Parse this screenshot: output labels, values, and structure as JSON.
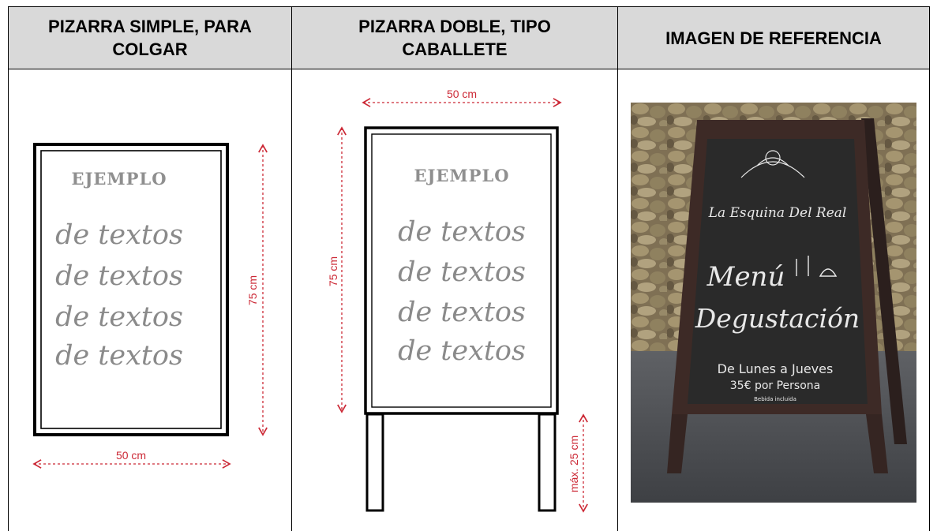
{
  "headers": {
    "col1": "PIZARRA SIMPLE, PARA COLGAR",
    "col2": "PIZARRA DOBLE, TIPO CABALLETE",
    "col3": "IMAGEN DE REFERENCIA"
  },
  "simple_board": {
    "heading": "EJEMPLO",
    "lines": [
      "de textos",
      "de textos",
      "de textos",
      "de textos"
    ],
    "width_label": "50 cm",
    "height_label": "75 cm"
  },
  "easel_board": {
    "heading": "EJEMPLO",
    "lines": [
      "de textos",
      "de textos",
      "de textos",
      "de textos"
    ],
    "width_label": "50 cm",
    "height_label": "75 cm",
    "legs_label": "máx. 25 cm"
  },
  "reference_photo": {
    "restaurant": "La Esquina Del Real",
    "menu_title_1": "Menú",
    "menu_title_2": "Degustación",
    "days": "De Lunes a Jueves",
    "price": "35€ por Persona",
    "note": "Bebida incluida"
  },
  "colors": {
    "header_bg": "#d9d9d9",
    "dimension_red": "#cc2936",
    "sample_text_gray": "#8a8a8a",
    "chalkboard": "#2a2a2a",
    "frame_wood": "#3d2a26"
  }
}
